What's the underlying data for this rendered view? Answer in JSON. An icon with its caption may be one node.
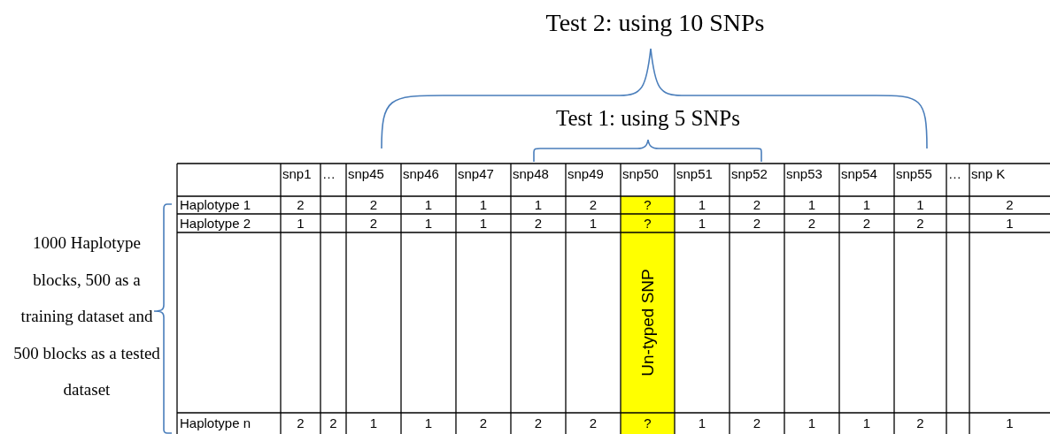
{
  "diagram": {
    "labels": [
      "Test 2: using 10 SNPs",
      "Test 1: using 5 SNPs",
      "1000 Haplotype blocks, 500 as a training dataset and 500 blocks as a tested dataset",
      "snp1",
      "…",
      "snp45",
      "snp46",
      "snp47",
      "snp48",
      "snp49",
      "snp50",
      "snp51",
      "snp52",
      "snp53",
      "snp54",
      "snp55",
      "…",
      "snp K",
      "Haplotype 1",
      "2",
      "2",
      "1",
      "1",
      "1",
      "2",
      "?",
      "1",
      "2",
      "1",
      "1",
      "1",
      "2",
      "Haplotype 2",
      "1",
      "2",
      "1",
      "1",
      "2",
      "1",
      "?",
      "1",
      "2",
      "2",
      "2",
      "2",
      "1",
      "Un-typed SNP",
      "Haplotype n",
      "2",
      "2",
      "1",
      "1",
      "2",
      "2",
      "2",
      "?",
      "1",
      "2",
      "1",
      "1",
      "2",
      "1"
    ]
  }
}
